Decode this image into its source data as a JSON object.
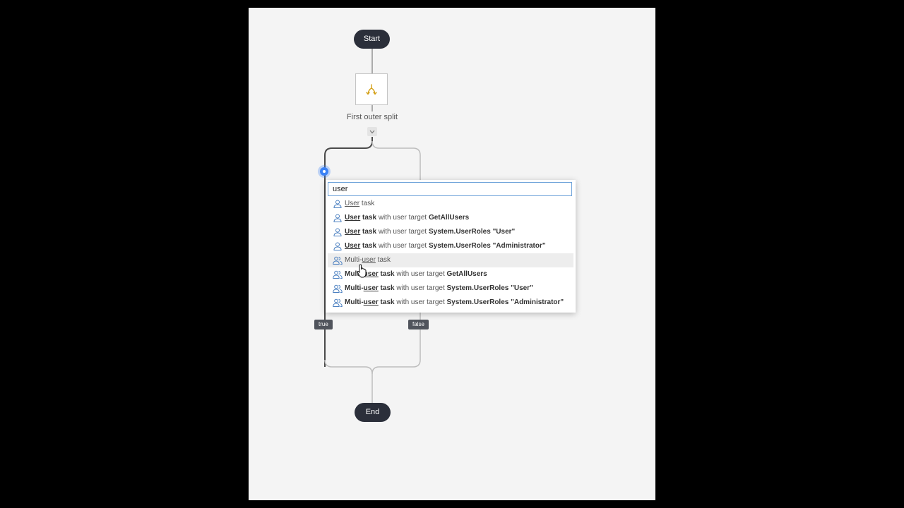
{
  "flow": {
    "start_label": "Start",
    "end_label": "End",
    "split_label": "First outer split",
    "true_label": "true",
    "false_label": "false"
  },
  "search": {
    "value": "user",
    "placeholder": ""
  },
  "suggestions": [
    {
      "pre": "",
      "match": "User",
      "mid": " task",
      "bold_mid": false,
      "rest": "",
      "target": "",
      "multi": false
    },
    {
      "pre": "",
      "match": "User",
      "mid": " task",
      "bold_mid": true,
      "rest": " with user target ",
      "target": "GetAllUsers",
      "multi": false
    },
    {
      "pre": "",
      "match": "User",
      "mid": " task",
      "bold_mid": true,
      "rest": " with user target ",
      "target": "System.UserRoles \"User\"",
      "multi": false
    },
    {
      "pre": "",
      "match": "User",
      "mid": " task",
      "bold_mid": true,
      "rest": " with user target ",
      "target": "System.UserRoles \"Administrator\"",
      "multi": false
    },
    {
      "pre": "Multi-",
      "match": "user",
      "mid": " task",
      "bold_mid": false,
      "rest": "",
      "target": "",
      "multi": true
    },
    {
      "pre": "Multi-",
      "match": "user",
      "mid": " task",
      "bold_mid": true,
      "rest": " with user target ",
      "target": "GetAllUsers",
      "multi": true
    },
    {
      "pre": "Multi-",
      "match": "user",
      "mid": " task",
      "bold_mid": true,
      "rest": " with user target ",
      "target": "System.UserRoles \"User\"",
      "multi": true
    },
    {
      "pre": "Multi-",
      "match": "user",
      "mid": " task",
      "bold_mid": true,
      "rest": " with user target ",
      "target": "System.UserRoles \"Administrator\"",
      "multi": true
    }
  ],
  "colors": {
    "node": "#2b2f3a",
    "accent": "#3b82f6",
    "split_icon": "#d4a017"
  }
}
